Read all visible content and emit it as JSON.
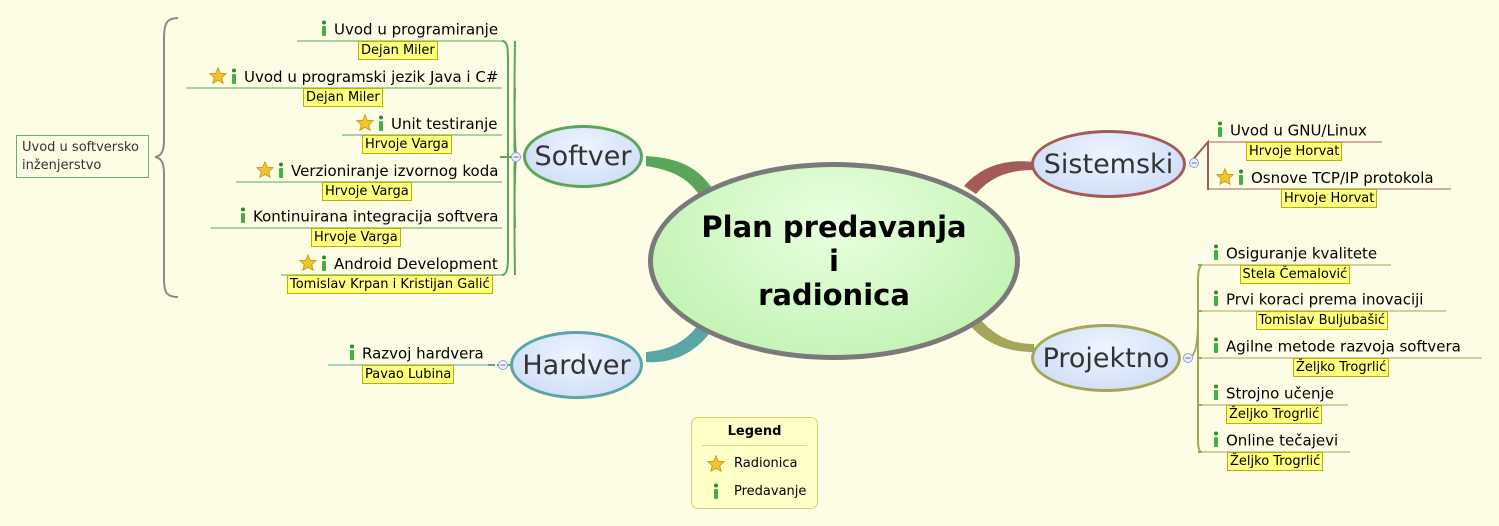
{
  "central": {
    "line1": "Plan predavanja",
    "line2": "i",
    "line3": "radionica"
  },
  "branches": {
    "softver": "Softver",
    "hardver": "Hardver",
    "sistemski": "Sistemski",
    "projektno": "Projektno"
  },
  "softver_topics": [
    {
      "title": "Uvod u programiranje",
      "speaker": "Dejan Miler",
      "workshop": false
    },
    {
      "title": "Uvod u programski jezik Java i C#",
      "speaker": "Dejan Miler",
      "workshop": true
    },
    {
      "title": "Unit testiranje",
      "speaker": "Hrvoje Varga",
      "workshop": true
    },
    {
      "title": "Verzioniranje izvornog koda",
      "speaker": "Hrvoje Varga",
      "workshop": true
    },
    {
      "title": "Kontinuirana integracija softvera",
      "speaker": "Hrvoje Varga",
      "workshop": false
    },
    {
      "title": "Android Development",
      "speaker": "Tomislav Krpan i Kristijan Galić",
      "workshop": true
    }
  ],
  "summary_label": "Uvod u softversko inženjerstvo",
  "hardver_topics": [
    {
      "title": "Razvoj hardvera",
      "speaker": "Pavao Lubina",
      "workshop": false
    }
  ],
  "sistemski_topics": [
    {
      "title": "Uvod u GNU/Linux",
      "speaker": "Hrvoje Horvat",
      "workshop": false
    },
    {
      "title": "Osnove TCP/IP protokola",
      "speaker": "Hrvoje Horvat",
      "workshop": true
    }
  ],
  "projektno_topics": [
    {
      "title": "Osiguranje kvalitete",
      "speaker": "Stela Čemalović",
      "workshop": false
    },
    {
      "title": "Prvi koraci prema inovaciji",
      "speaker": "Tomislav Buljubašić",
      "workshop": false
    },
    {
      "title": "Agilne metode razvoja softvera",
      "speaker": "Željko Trogrlić",
      "workshop": false
    },
    {
      "title": "Strojno učenje",
      "speaker": "Željko Trogrlić",
      "workshop": false
    },
    {
      "title": "Online tečajevi",
      "speaker": "Željko Trogrlić",
      "workshop": false
    }
  ],
  "legend": {
    "title": "Legend",
    "workshop_label": "Radionica",
    "lecture_label": "Predavanje",
    "workshop_icon": "star-icon",
    "lecture_icon": "info-icon"
  },
  "colors": {
    "softver": "#5aa55a",
    "hardver": "#5aa5a5",
    "sistemski": "#a55a5a",
    "projektno": "#a5a55a"
  }
}
